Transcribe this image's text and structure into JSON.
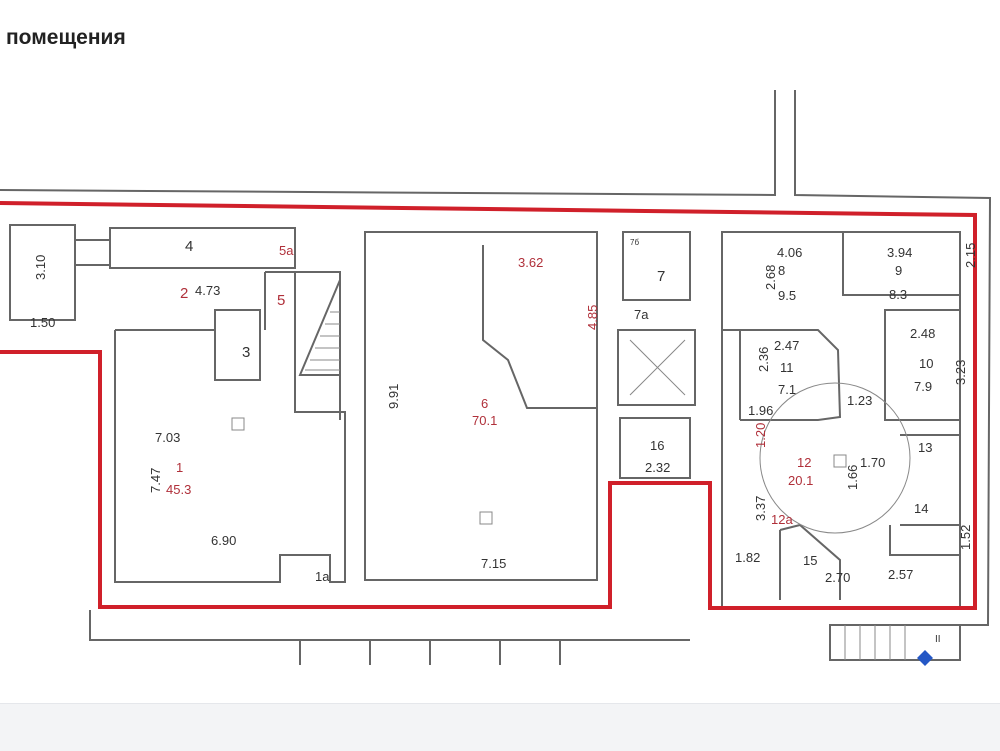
{
  "header": {
    "title": "помещения"
  },
  "plan": {
    "outline_color": "#d0202a",
    "labels": [
      "4",
      "3.10",
      "1.50",
      "2",
      "4.73",
      "5а",
      "5",
      "3",
      "7.03",
      "1",
      "45.3",
      "7.47",
      "6.90",
      "1а",
      "9.91",
      "3.62",
      "4.85",
      "6",
      "70.1",
      "7.15",
      "7б",
      "7",
      "7а",
      "16",
      "2.32",
      "4.06",
      "8",
      "9.5",
      "2.68",
      "3.94",
      "9",
      "8.3",
      "2.15",
      "2.47",
      "11",
      "7.1",
      "2.36",
      "1.96",
      "1.23",
      "2.48",
      "10",
      "7.9",
      "3.23",
      "1.20",
      "12",
      "20.1",
      "1.70",
      "1.66",
      "13",
      "14",
      "3.37",
      "12а",
      "1.82",
      "15",
      "2.70",
      "2.57",
      "1.52",
      "II"
    ]
  }
}
